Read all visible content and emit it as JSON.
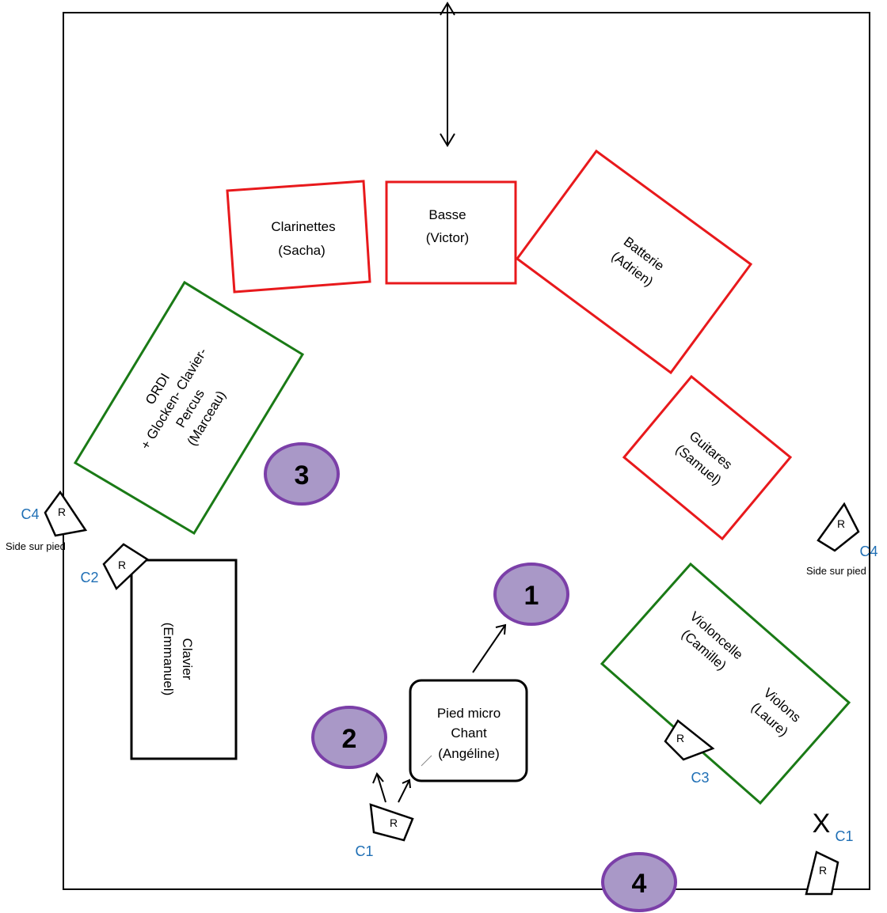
{
  "zones": {
    "clarinettes": {
      "line1": "Clarinettes",
      "line2": "(Sacha)"
    },
    "basse": {
      "line1": "Basse",
      "line2": "(Victor)"
    },
    "batterie": {
      "line1": "Batterie",
      "line2": "(Adrien)"
    },
    "guitares": {
      "line1": "Guitares",
      "line2": "(Samuel)"
    },
    "ordi": {
      "line1": "ORDI",
      "line2": "+ Glocken- Clavier-",
      "line3": "Percus",
      "line4": "(Marceau)"
    },
    "clavier": {
      "line1": "Clavier",
      "line2": "(Emmanuel)"
    },
    "cordes": {
      "violoncelle": "Violoncelle",
      "camille": "(Camille)",
      "violons": "Violons",
      "laure": "(Laure)"
    },
    "chant": {
      "line1": "Pied micro",
      "line2": "Chant",
      "line3": "(Angéline)"
    }
  },
  "positions": [
    "1",
    "2",
    "3",
    "4"
  ],
  "cameras": {
    "r_label": "R",
    "c1_bottom": "C1",
    "c1_right": "C1",
    "c2": "C2",
    "c3": "C3",
    "c4_left": "C4",
    "c4_right": "C4",
    "side_left": "Side sur pied",
    "side_right": "Side sur pied"
  },
  "x_marker": "X",
  "colors": {
    "red_zone": "#e8191c",
    "green_zone": "#1a7a16",
    "circle_fill": "#a998c7",
    "circle_stroke": "#7b3fa8",
    "camera_label": "#1f6fb5"
  }
}
